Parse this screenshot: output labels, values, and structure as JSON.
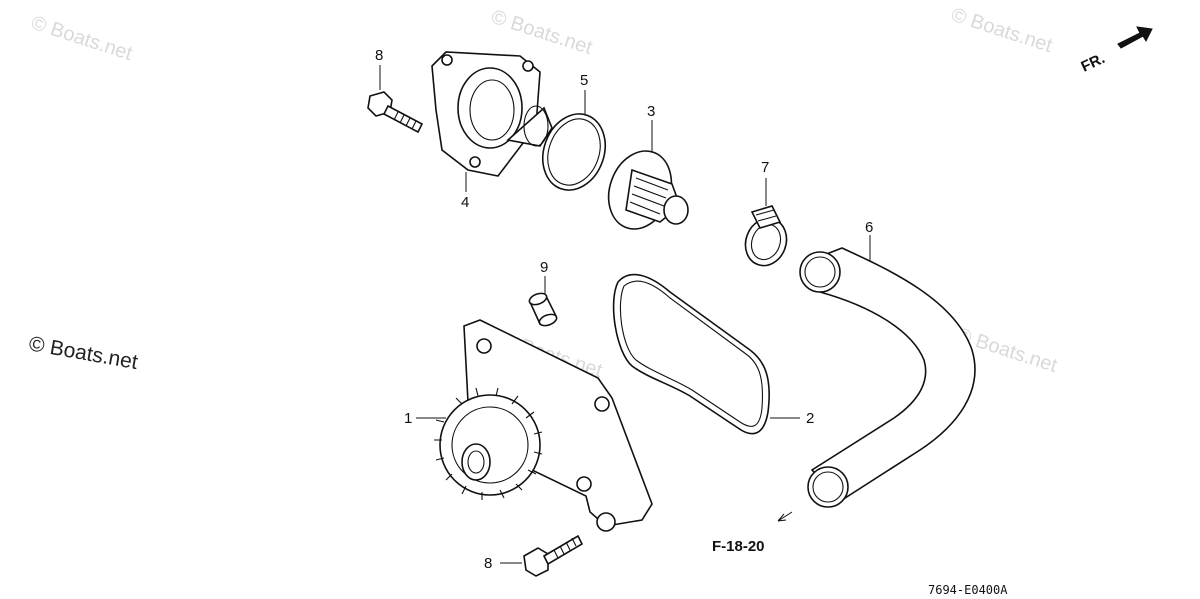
{
  "watermarks": {
    "main": "© Boats.net",
    "faint": "© Boats.net"
  },
  "orientation": {
    "label": "FR."
  },
  "callouts": {
    "c1": "1",
    "c2": "2",
    "c3": "3",
    "c4": "4",
    "c5": "5",
    "c6": "6",
    "c7": "7",
    "c8a": "8",
    "c8b": "8",
    "c9": "9"
  },
  "reference": {
    "label": "F-18-20"
  },
  "diagram_code": "7694-E0400A"
}
